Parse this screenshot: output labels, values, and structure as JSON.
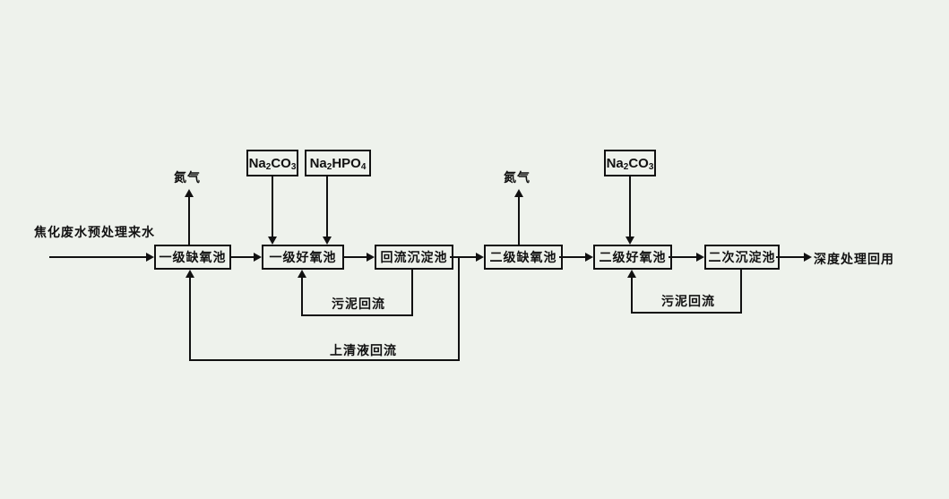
{
  "diagram": {
    "influent_label": "焦化废水预处理来水",
    "effluent_label": "深度处理回用",
    "nitrogen_label_1": "氮气",
    "nitrogen_label_2": "氮气",
    "sludge_return_label_1": "污泥回流",
    "sludge_return_label_2": "污泥回流",
    "supernatant_return_label": "上清液回流",
    "boxes": {
      "anoxic_stage1": "一级缺氧池",
      "aerobic_stage1": "一级好氧池",
      "return_sedimentation": "回流沉淀池",
      "anoxic_stage2": "二级缺氧池",
      "aerobic_stage2": "二级好氧池",
      "secondary_sedimentation": "二次沉淀池"
    },
    "chemicals": {
      "na2co3": {
        "p1": "Na",
        "s1": "2",
        "p2": "CO",
        "s2": "3"
      },
      "na2hpo4": {
        "p1": "Na",
        "s1": "2",
        "p2": "HPO",
        "s2": "4"
      }
    },
    "colors": {
      "background": "#eef2ec",
      "line": "#111111"
    }
  }
}
